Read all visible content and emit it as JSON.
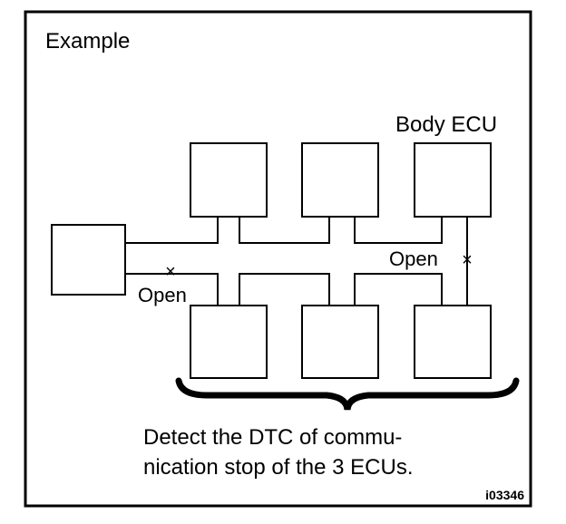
{
  "figure": {
    "title": "Example",
    "body_ecu_label": "Body ECU",
    "open_label_left": "Open",
    "open_label_right": "Open",
    "break_mark": "×",
    "caption_line_1": "Detect the DTC of commu-",
    "caption_line_2": "nication stop of the 3 ECUs.",
    "figure_id": "i03346"
  },
  "colors": {
    "line": "#000000",
    "background": "#ffffff"
  }
}
